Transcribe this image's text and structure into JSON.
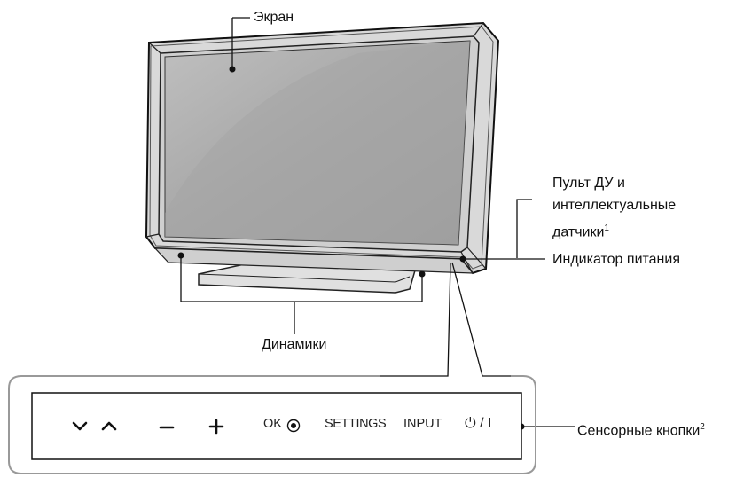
{
  "labels": {
    "screen": "Экран",
    "remote_sensors": {
      "line1": "Пульт ДУ и",
      "line2": "интеллектуальные",
      "line3": "датчики",
      "sup": "1"
    },
    "power_indicator": "Индикатор питания",
    "speakers": "Динамики",
    "touch_buttons": "Сенсорные кнопки",
    "touch_buttons_sup": "2"
  },
  "buttons": {
    "down_icon": "chevron-down-icon",
    "up_icon": "chevron-up-icon",
    "minus_icon": "minus-icon",
    "plus_icon": "plus-icon",
    "ok": "OK",
    "ok_icon": "circle-dot-icon",
    "settings": "SETTINGS",
    "input": "INPUT",
    "power": "⏻ / I"
  }
}
